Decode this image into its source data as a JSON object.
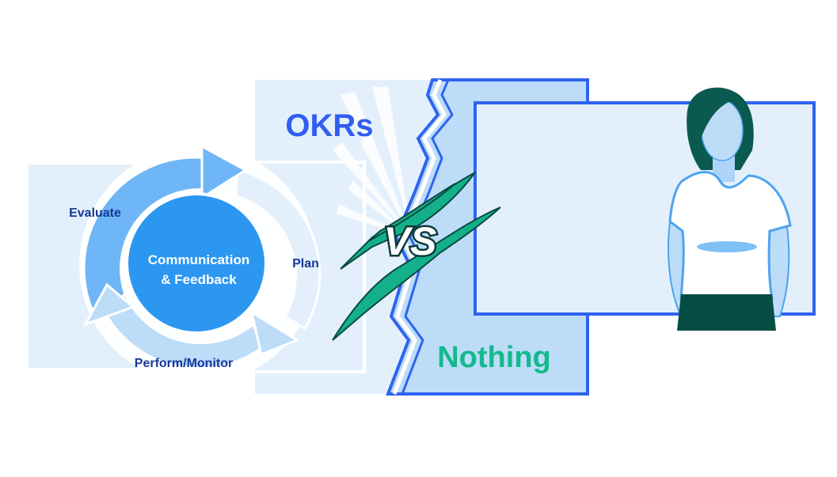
{
  "cycle": {
    "center_line1": "Communication",
    "center_line2": "& Feedback",
    "stage_evaluate": "Evaluate",
    "stage_plan": "Plan",
    "stage_perform": "Perform/Monitor"
  },
  "comparison": {
    "left_title": "OKRs",
    "vs_label": "VS",
    "right_title": "Nothing"
  },
  "colors": {
    "navy_text": "#16389a",
    "okr_blue": "#2f5ef0",
    "nothing_green": "#14b98c",
    "panel_light": "#e3f0fc",
    "panel_mid": "#bcdcf8",
    "frame_blue": "#2f63f0",
    "scratch_green": "#14b08c",
    "shorts_dark": "#064e44"
  }
}
